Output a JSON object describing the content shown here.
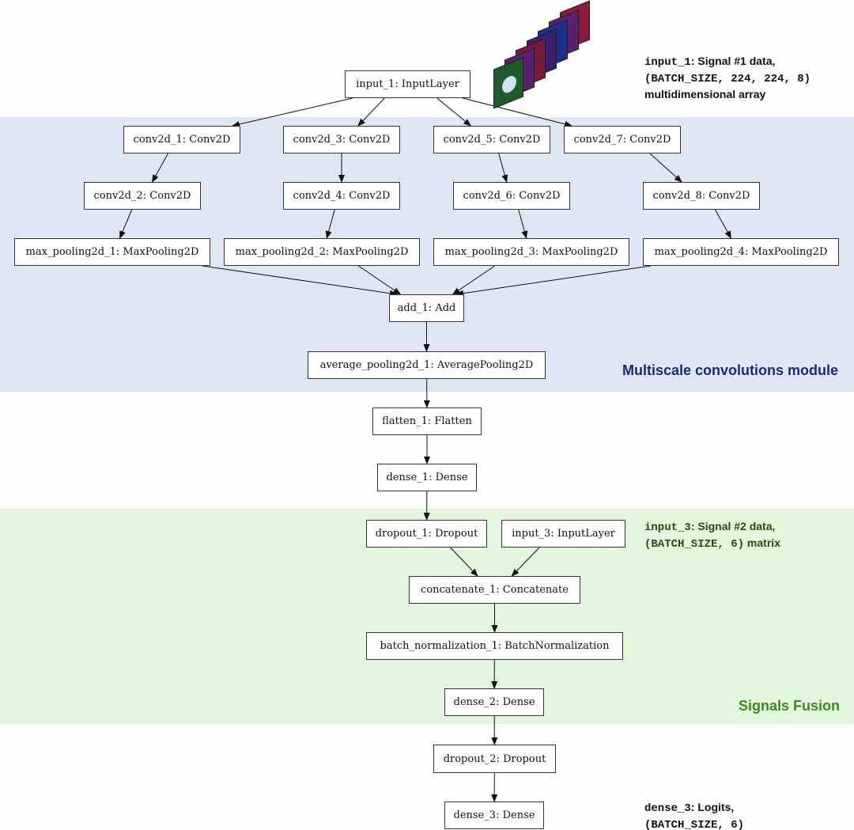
{
  "colors": {
    "multiscale_band": "#dfe6f5",
    "fusion_band": "#e3f7df",
    "multiscale_label": "#1a2a78",
    "fusion_label": "#3d8a1f",
    "input3_note": "#254b14",
    "frame_colors": [
      "#8b1a3a",
      "#5a1f6e",
      "#1f2f8a",
      "#3a1e70",
      "#7a1a3a",
      "#5a2070",
      "#1e5a2a"
    ]
  },
  "nodes": {
    "input_1": "input_1: InputLayer",
    "conv2d_1": "conv2d_1: Conv2D",
    "conv2d_3": "conv2d_3: Conv2D",
    "conv2d_5": "conv2d_5: Conv2D",
    "conv2d_7": "conv2d_7: Conv2D",
    "conv2d_2": "conv2d_2: Conv2D",
    "conv2d_4": "conv2d_4: Conv2D",
    "conv2d_6": "conv2d_6: Conv2D",
    "conv2d_8": "conv2d_8: Conv2D",
    "max_pooling2d_1": "max_pooling2d_1: MaxPooling2D",
    "max_pooling2d_2": "max_pooling2d_2: MaxPooling2D",
    "max_pooling2d_3": "max_pooling2d_3: MaxPooling2D",
    "max_pooling2d_4": "max_pooling2d_4: MaxPooling2D",
    "add_1": "add_1: Add",
    "average_pooling2d_1": "average_pooling2d_1: AveragePooling2D",
    "flatten_1": "flatten_1: Flatten",
    "dense_1": "dense_1: Dense",
    "dropout_1": "dropout_1: Dropout",
    "input_3": "input_3: InputLayer",
    "concatenate_1": "concatenate_1: Concatenate",
    "batch_normalization_1": "batch_normalization_1: BatchNormalization",
    "dense_2": "dense_2: Dense",
    "dropout_2": "dropout_2: Dropout",
    "dense_3": "dense_3: Dense"
  },
  "edges": [
    [
      "input_1",
      "conv2d_1"
    ],
    [
      "input_1",
      "conv2d_3"
    ],
    [
      "input_1",
      "conv2d_5"
    ],
    [
      "input_1",
      "conv2d_7"
    ],
    [
      "conv2d_1",
      "conv2d_2"
    ],
    [
      "conv2d_3",
      "conv2d_4"
    ],
    [
      "conv2d_5",
      "conv2d_6"
    ],
    [
      "conv2d_7",
      "conv2d_8"
    ],
    [
      "conv2d_2",
      "max_pooling2d_1"
    ],
    [
      "conv2d_4",
      "max_pooling2d_2"
    ],
    [
      "conv2d_6",
      "max_pooling2d_3"
    ],
    [
      "conv2d_8",
      "max_pooling2d_4"
    ],
    [
      "max_pooling2d_1",
      "add_1"
    ],
    [
      "max_pooling2d_2",
      "add_1"
    ],
    [
      "max_pooling2d_3",
      "add_1"
    ],
    [
      "max_pooling2d_4",
      "add_1"
    ],
    [
      "add_1",
      "average_pooling2d_1"
    ],
    [
      "average_pooling2d_1",
      "flatten_1"
    ],
    [
      "flatten_1",
      "dense_1"
    ],
    [
      "dense_1",
      "dropout_1"
    ],
    [
      "dropout_1",
      "concatenate_1"
    ],
    [
      "input_3",
      "concatenate_1"
    ],
    [
      "concatenate_1",
      "batch_normalization_1"
    ],
    [
      "batch_normalization_1",
      "dense_2"
    ],
    [
      "dense_2",
      "dropout_2"
    ],
    [
      "dropout_2",
      "dense_3"
    ]
  ],
  "modules": {
    "multiscale": "Multiscale convolutions module",
    "fusion": "Signals Fusion"
  },
  "notes": {
    "input1": {
      "name": "input_1",
      "line1_rest": ": Signal #1 data,",
      "shape": "(BATCH_SIZE, 224, 224, 8)",
      "line3": "multidimensional array"
    },
    "input3": {
      "name": "input_3",
      "line1_rest": ": Signal #2 data,",
      "shape": "(BATCH_SIZE, 6)",
      "line2_rest": " matrix"
    },
    "dense3": {
      "name": "dense_3",
      "line1_rest": ": Logits,",
      "shape": "(BATCH_SIZE, 6)"
    }
  }
}
